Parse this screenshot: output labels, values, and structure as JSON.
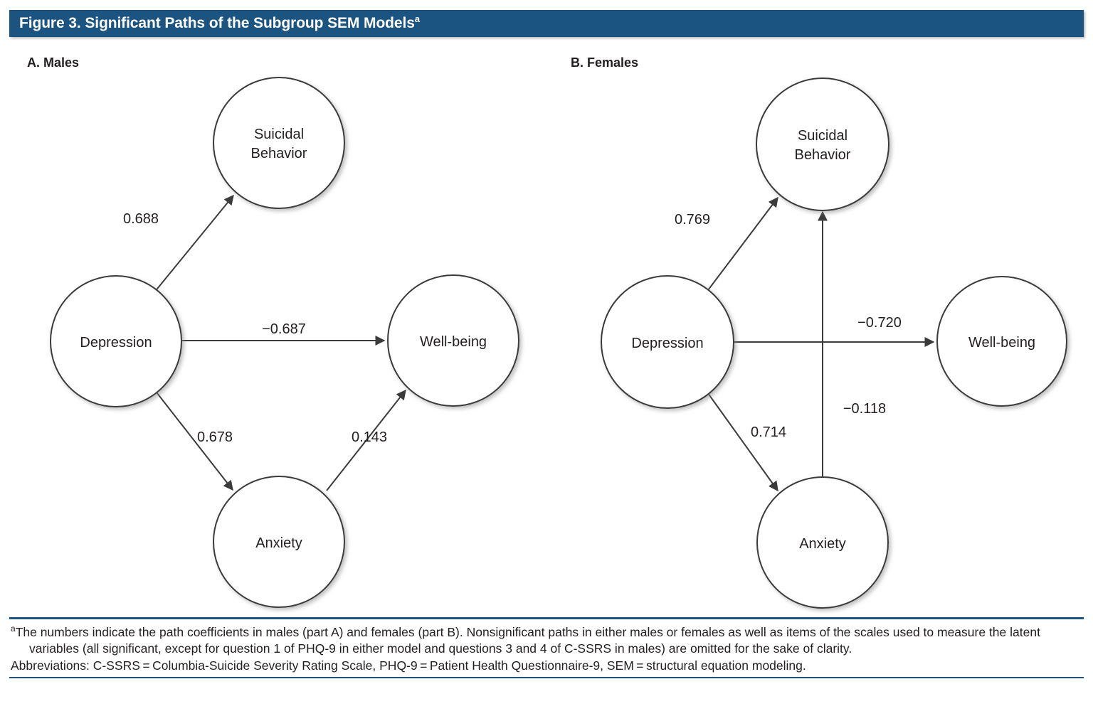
{
  "figure": {
    "title_main": "Figure 3. Significant Paths of the Subgroup SEM Models",
    "title_superscript": "a"
  },
  "panels": [
    {
      "id": "A",
      "label": "A. Males",
      "nodes": [
        {
          "key": "suicidal_behavior",
          "line1": "Suicidal",
          "line2": "Behavior"
        },
        {
          "key": "depression",
          "line1": "Depression",
          "line2": ""
        },
        {
          "key": "well_being",
          "line1": "Well-being",
          "line2": ""
        },
        {
          "key": "anxiety",
          "line1": "Anxiety",
          "line2": ""
        }
      ],
      "paths": [
        {
          "from": "depression",
          "to": "suicidal_behavior",
          "coefficient": "0.688"
        },
        {
          "from": "depression",
          "to": "well_being",
          "coefficient": "−0.687"
        },
        {
          "from": "depression",
          "to": "anxiety",
          "coefficient": "0.678"
        },
        {
          "from": "anxiety",
          "to": "well_being",
          "coefficient": "0.143"
        }
      ]
    },
    {
      "id": "B",
      "label": "B. Females",
      "nodes": [
        {
          "key": "suicidal_behavior",
          "line1": "Suicidal",
          "line2": "Behavior"
        },
        {
          "key": "depression",
          "line1": "Depression",
          "line2": ""
        },
        {
          "key": "well_being",
          "line1": "Well-being",
          "line2": ""
        },
        {
          "key": "anxiety",
          "line1": "Anxiety",
          "line2": ""
        }
      ],
      "paths": [
        {
          "from": "depression",
          "to": "suicidal_behavior",
          "coefficient": "0.769"
        },
        {
          "from": "depression",
          "to": "well_being",
          "coefficient": "−0.720"
        },
        {
          "from": "depression",
          "to": "anxiety",
          "coefficient": "0.714"
        },
        {
          "from": "anxiety",
          "to": "suicidal_behavior",
          "coefficient": "−0.118"
        }
      ]
    }
  ],
  "footnote": {
    "marker": "a",
    "note_text": "The numbers indicate the path coefficients in males (part A) and females (part B). Nonsignificant paths in either males or females as well as items of the scales used to measure the latent variables (all significant, except for question 1 of PHQ-9 in either model and questions 3 and 4 of C-SSRS in males) are omitted for the sake of clarity.",
    "abbreviations_text": "Abbreviations: C-SSRS = Columbia-Suicide Severity Rating Scale, PHQ-9 = Patient Health Questionnaire-9, SEM = structural equation modeling."
  },
  "colors": {
    "title_bar": "#1b5480",
    "title_text": "#ffffff",
    "rule": "#1b5480",
    "node_stroke": "#3b3b3b",
    "node_fill": "#ffffff",
    "text": "#231f20"
  },
  "chart_data": {
    "type": "diagram",
    "title": "Figure 3. Significant Paths of the Subgroup SEM Models",
    "subplots": [
      {
        "name": "A. Males",
        "nodes": [
          "Suicidal Behavior",
          "Depression",
          "Well-being",
          "Anxiety"
        ],
        "edges": [
          {
            "source": "Depression",
            "target": "Suicidal Behavior",
            "value": 0.688
          },
          {
            "source": "Depression",
            "target": "Well-being",
            "value": -0.687
          },
          {
            "source": "Depression",
            "target": "Anxiety",
            "value": 0.678
          },
          {
            "source": "Anxiety",
            "target": "Well-being",
            "value": 0.143
          }
        ]
      },
      {
        "name": "B. Females",
        "nodes": [
          "Suicidal Behavior",
          "Depression",
          "Well-being",
          "Anxiety"
        ],
        "edges": [
          {
            "source": "Depression",
            "target": "Suicidal Behavior",
            "value": 0.769
          },
          {
            "source": "Depression",
            "target": "Well-being",
            "value": -0.72
          },
          {
            "source": "Depression",
            "target": "Anxiety",
            "value": 0.714
          },
          {
            "source": "Anxiety",
            "target": "Suicidal Behavior",
            "value": -0.118
          }
        ]
      }
    ]
  }
}
